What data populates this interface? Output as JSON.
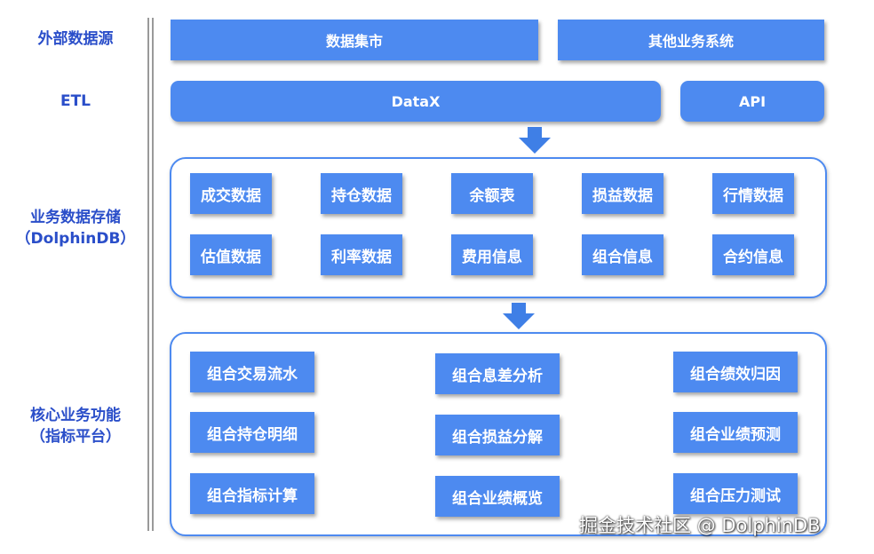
{
  "left_labels": {
    "sources": "外部数据源",
    "etl": "ETL",
    "storage": "业务数据存储\n（DolphinDB）",
    "core": "核心业务功能\n（指标平台）"
  },
  "sources": {
    "data_mart": "数据集市",
    "other_systems": "其他业务系统"
  },
  "etl": {
    "datax": "DataX",
    "api": "API"
  },
  "storage_items": [
    "成交数据",
    "持仓数据",
    "余额表",
    "损益数据",
    "行情数据",
    "估值数据",
    "利率数据",
    "费用信息",
    "组合信息",
    "合约信息"
  ],
  "core_items": {
    "col1": [
      "组合交易流水",
      "组合持仓明细",
      "组合指标计算"
    ],
    "col2": [
      "组合息差分析",
      "组合损益分解",
      "组合业绩概览"
    ],
    "col3": [
      "组合绩效归因",
      "组合业绩预测",
      "组合压力测试"
    ]
  },
  "watermark": "掘金技术社区 @ DolphinDB",
  "colors": {
    "accent": "#4d8af0",
    "label": "#2a4ec9",
    "arrow": "#3f7fe6"
  }
}
